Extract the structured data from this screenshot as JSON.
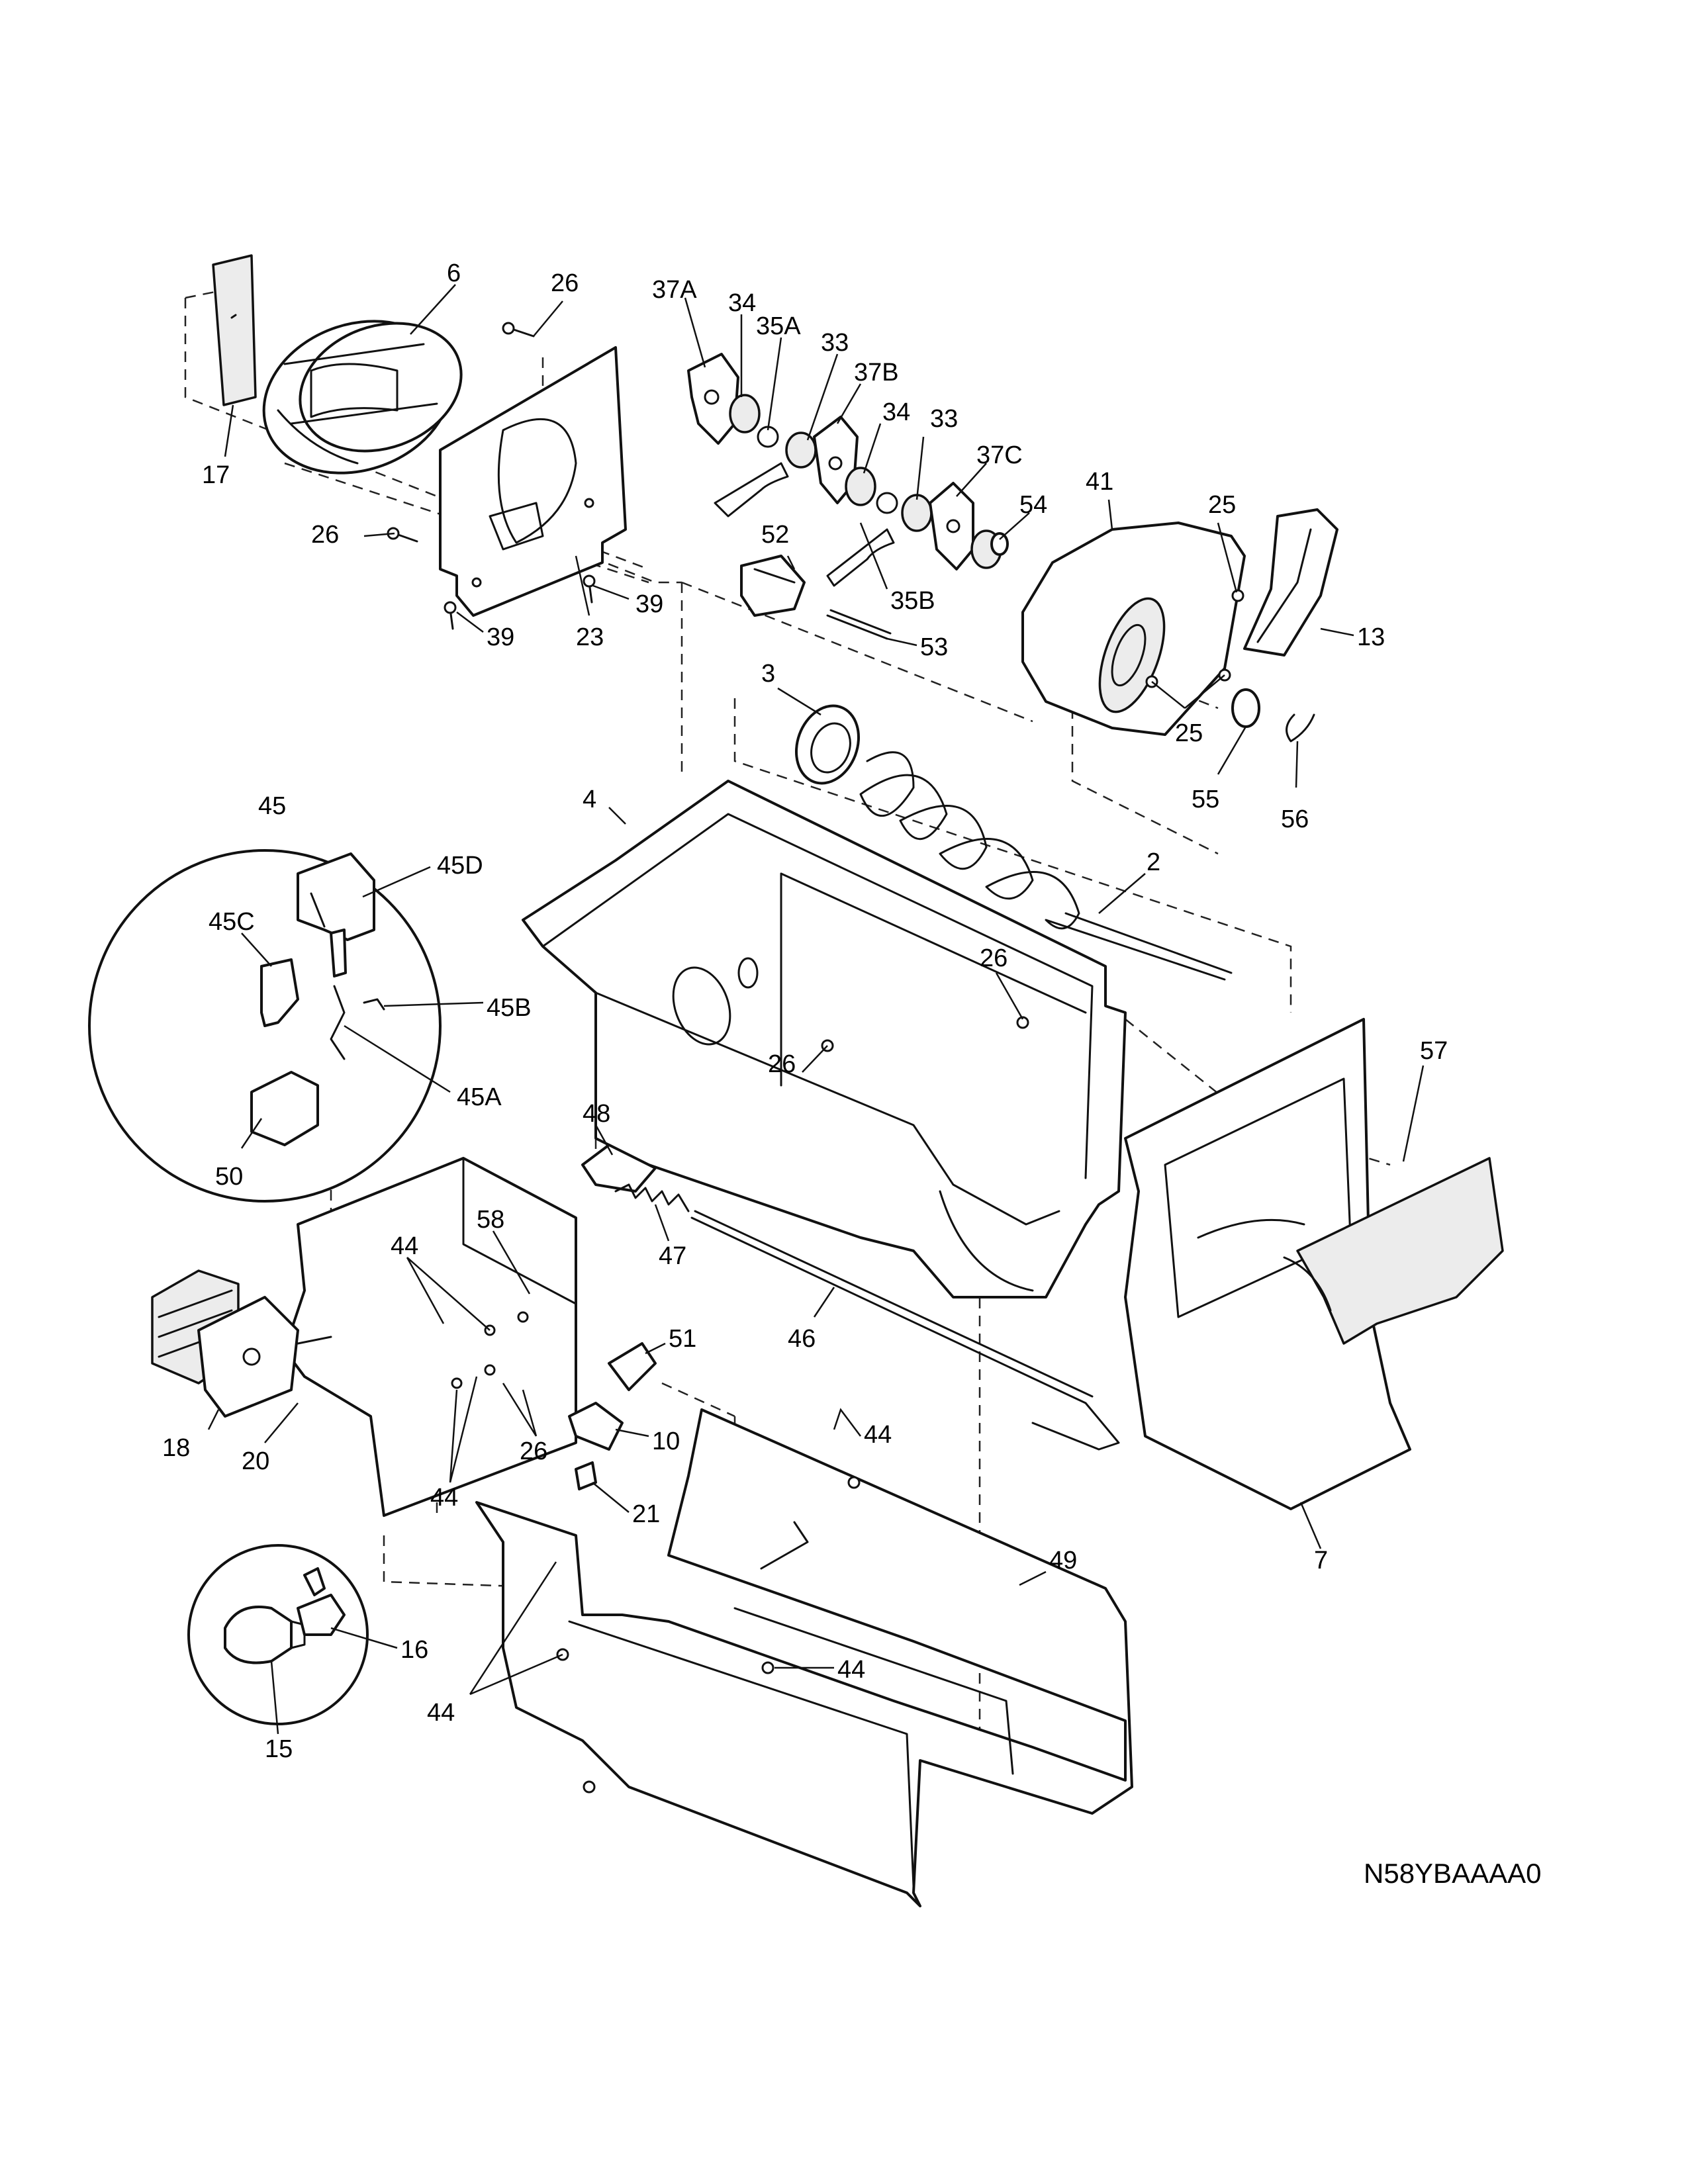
{
  "diagram_code": "N58YBAAAA0",
  "callouts": [
    {
      "id": "c6",
      "text": "6"
    },
    {
      "id": "c26a",
      "text": "26"
    },
    {
      "id": "c37a",
      "text": "37A"
    },
    {
      "id": "c34a",
      "text": "34"
    },
    {
      "id": "c35a",
      "text": "35A"
    },
    {
      "id": "c33a",
      "text": "33"
    },
    {
      "id": "c37b",
      "text": "37B"
    },
    {
      "id": "c34b",
      "text": "34"
    },
    {
      "id": "c33b",
      "text": "33"
    },
    {
      "id": "c37c",
      "text": "37C"
    },
    {
      "id": "c41",
      "text": "41"
    },
    {
      "id": "c25a",
      "text": "25"
    },
    {
      "id": "c54",
      "text": "54"
    },
    {
      "id": "c17",
      "text": "17"
    },
    {
      "id": "c26b",
      "text": "26"
    },
    {
      "id": "c52",
      "text": "52"
    },
    {
      "id": "c35b",
      "text": "35B"
    },
    {
      "id": "c39a",
      "text": "39"
    },
    {
      "id": "c39b",
      "text": "39"
    },
    {
      "id": "c23",
      "text": "23"
    },
    {
      "id": "c53",
      "text": "53"
    },
    {
      "id": "c13",
      "text": "13"
    },
    {
      "id": "c25b",
      "text": "25"
    },
    {
      "id": "c3",
      "text": "3"
    },
    {
      "id": "c55",
      "text": "55"
    },
    {
      "id": "c56",
      "text": "56"
    },
    {
      "id": "c45",
      "text": "45"
    },
    {
      "id": "c4",
      "text": "4"
    },
    {
      "id": "c45d",
      "text": "45D"
    },
    {
      "id": "c2",
      "text": "2"
    },
    {
      "id": "c45c",
      "text": "45C"
    },
    {
      "id": "c26c",
      "text": "26"
    },
    {
      "id": "c45b",
      "text": "45B"
    },
    {
      "id": "c26d",
      "text": "26"
    },
    {
      "id": "c57",
      "text": "57"
    },
    {
      "id": "c45a",
      "text": "45A"
    },
    {
      "id": "c48",
      "text": "48"
    },
    {
      "id": "c50",
      "text": "50"
    },
    {
      "id": "c58",
      "text": "58"
    },
    {
      "id": "c44a",
      "text": "44"
    },
    {
      "id": "c47",
      "text": "47"
    },
    {
      "id": "c46",
      "text": "46"
    },
    {
      "id": "c51",
      "text": "51"
    },
    {
      "id": "c18",
      "text": "18"
    },
    {
      "id": "c20",
      "text": "20"
    },
    {
      "id": "c26e",
      "text": "26"
    },
    {
      "id": "c10",
      "text": "10"
    },
    {
      "id": "c44b",
      "text": "44"
    },
    {
      "id": "c44c",
      "text": "44"
    },
    {
      "id": "c21",
      "text": "21"
    },
    {
      "id": "c7",
      "text": "7"
    },
    {
      "id": "c49",
      "text": "49"
    },
    {
      "id": "c16",
      "text": "16"
    },
    {
      "id": "c44d",
      "text": "44"
    },
    {
      "id": "c44e",
      "text": "44"
    },
    {
      "id": "c15",
      "text": "15"
    }
  ]
}
